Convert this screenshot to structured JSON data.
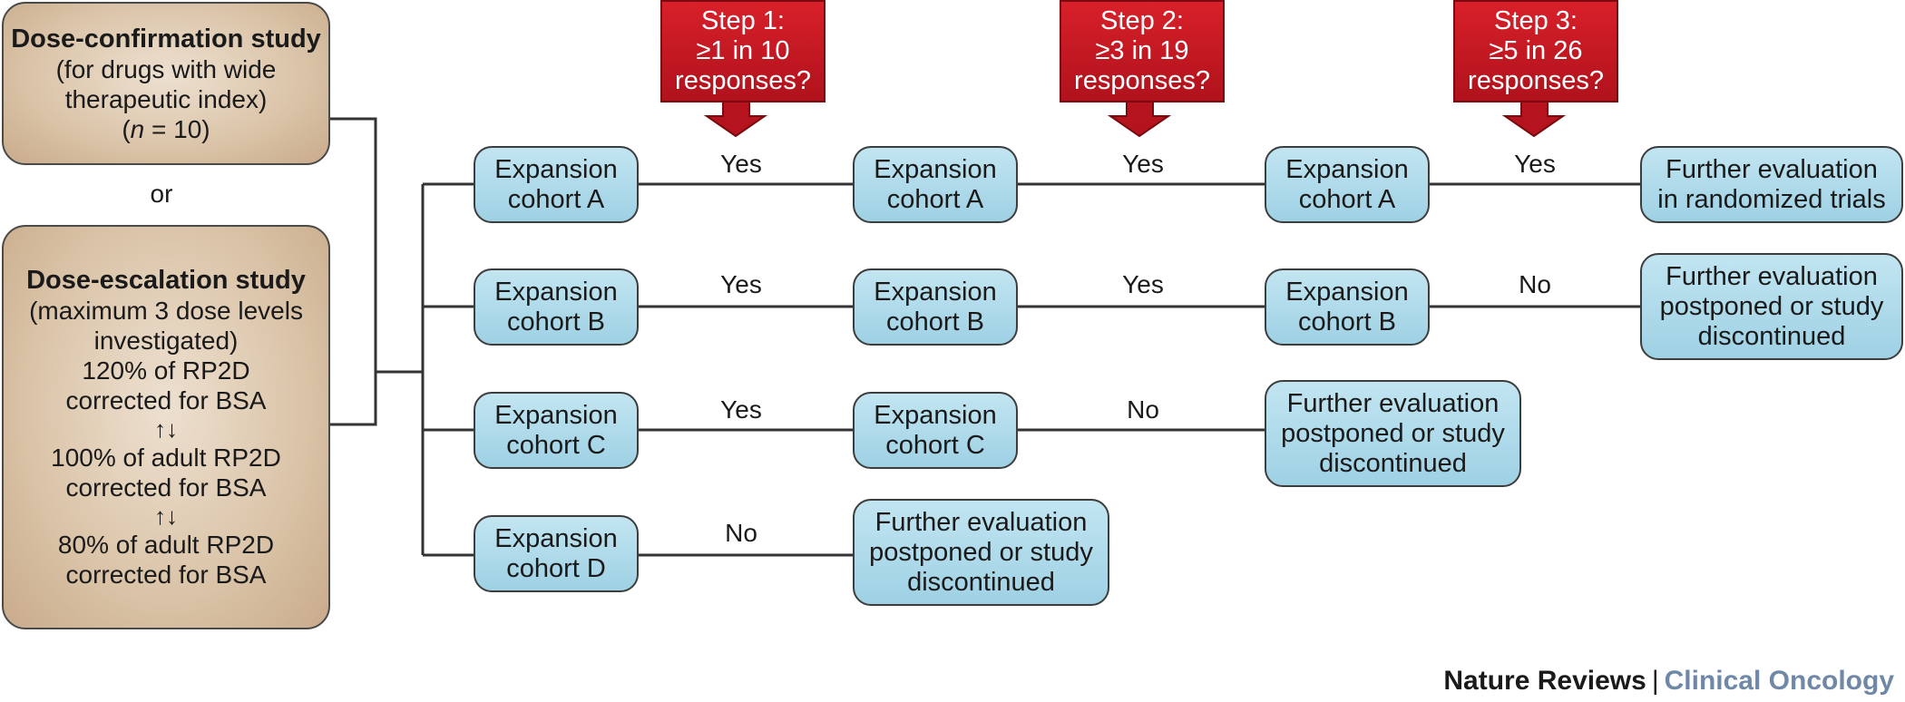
{
  "dose_confirmation": {
    "title": "Dose-confirmation study",
    "line1": "(for drugs with wide",
    "line2": "therapeutic index)",
    "n_label": "n",
    "n_value": " = 10)",
    "n_open": "("
  },
  "or_label": "or",
  "dose_escalation": {
    "title": "Dose-escalation study",
    "line1": "(maximum 3 dose levels",
    "line2": "investigated)",
    "level_high_1": "120% of RP2D",
    "level_high_2": "corrected for BSA",
    "arrows": "↑↓",
    "level_mid_1": "100% of adult RP2D",
    "level_mid_2": "corrected for BSA",
    "level_low_1": "80% of adult RP2D",
    "level_low_2": "corrected for BSA"
  },
  "steps": [
    {
      "line1": "Step 1:",
      "line2": "≥1 in 10",
      "line3": "responses?"
    },
    {
      "line1": "Step 2:",
      "line2": "≥3 in 19",
      "line3": "responses?"
    },
    {
      "line1": "Step 3:",
      "line2": "≥5 in 26",
      "line3": "responses?"
    }
  ],
  "cohort_word": "Expansion",
  "cohorts": {
    "a": "cohort A",
    "b": "cohort B",
    "c": "cohort C",
    "d": "cohort D"
  },
  "decisions": {
    "yes": "Yes",
    "no": "No"
  },
  "outcomes": {
    "randomized_1": "Further evaluation",
    "randomized_2": "in randomized trials",
    "postponed_1": "Further evaluation",
    "postponed_2": "postponed or study",
    "postponed_3": "discontinued"
  },
  "credit": {
    "journal": "Nature Reviews",
    "separator": "|",
    "section": "Clinical Oncology"
  },
  "colors": {
    "step_red": "#c41a24",
    "cohort_blue": "#a8d7e8",
    "study_tan": "#d8c0a4",
    "credit_blue": "#6f88a8"
  }
}
